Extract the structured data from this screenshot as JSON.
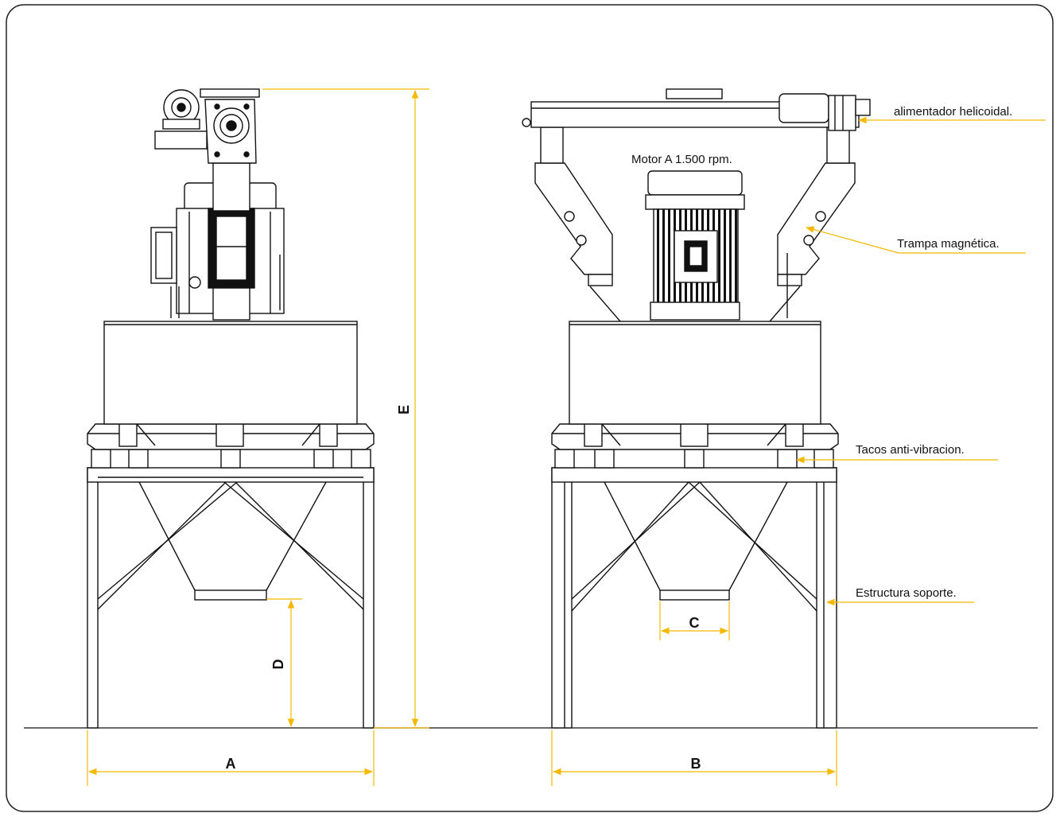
{
  "labels": {
    "screw_feeder": "alimentador helicoidal.",
    "motor": "Motor A 1.500 rpm.",
    "magnetic_trap": "Trampa magnética.",
    "anti_vibration": "Tacos anti-vibracion.",
    "support_structure": "Estructura soporte."
  },
  "dimensions": {
    "a": "A",
    "b": "B",
    "c": "C",
    "d": "D",
    "e": "E"
  },
  "colors": {
    "dimension_line": "#f5b800",
    "drawing_line": "#111111",
    "frame": "#222222"
  }
}
